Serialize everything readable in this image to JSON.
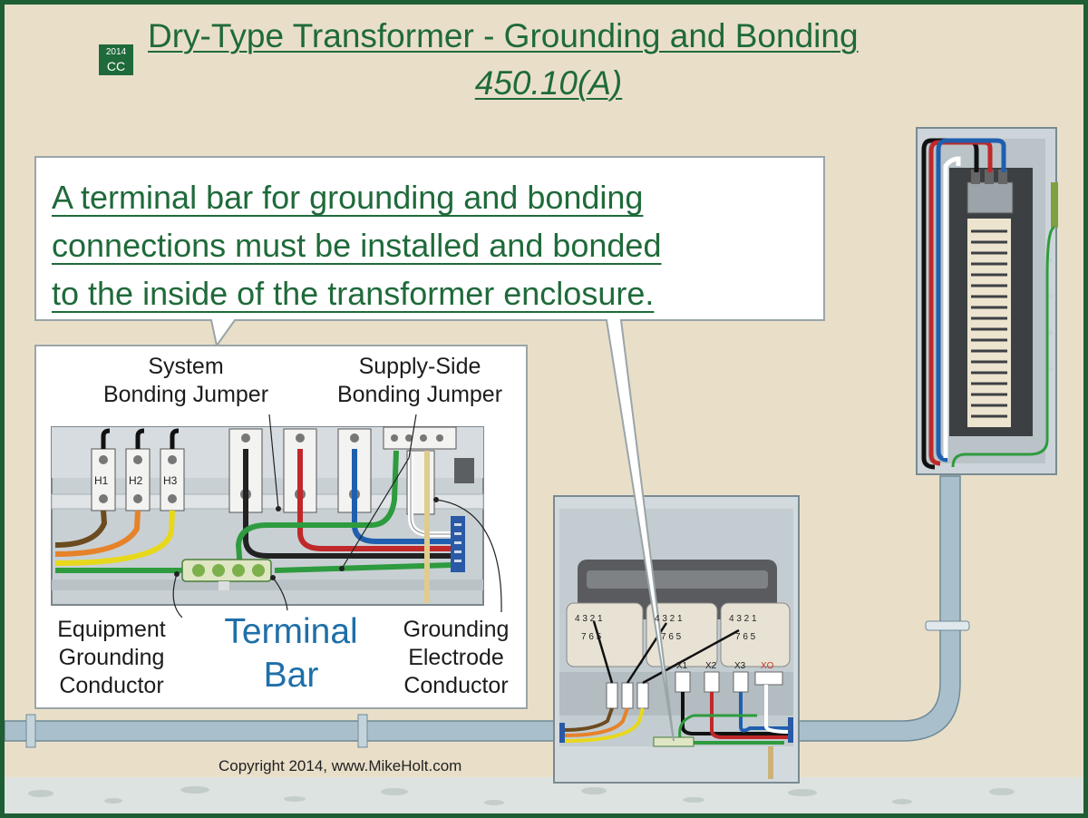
{
  "header": {
    "badge_year": "2014",
    "badge_code": "CC",
    "title": "Dry-Type Transformer - Grounding and Bonding",
    "subtitle": "450.10(A)"
  },
  "callout": {
    "lines": [
      "A terminal bar for grounding and bonding",
      "connections must be installed and bonded",
      "to the inside of the transformer enclosure."
    ]
  },
  "labels": {
    "system_bonding_jumper": [
      "System",
      "Bonding Jumper"
    ],
    "supply_side_bonding_jumper": [
      "Supply-Side",
      "Bonding Jumper"
    ],
    "equipment_grounding_conductor": [
      "Equipment",
      "Grounding",
      "Conductor"
    ],
    "terminal_bar": [
      "Terminal",
      "Bar"
    ],
    "grounding_electrode_conductor": [
      "Grounding",
      "Electrode",
      "Conductor"
    ]
  },
  "terminals": {
    "primary": [
      "H1",
      "H2",
      "H3"
    ],
    "secondary": [
      "X1",
      "X2",
      "X3",
      "XO"
    ],
    "tap_top": "4 3 2 1",
    "tap_bottom": "7 6 5"
  },
  "copyright": "Copyright 2014, www.MikeHolt.com",
  "colors": {
    "frame": "#1e5e34",
    "background": "#e9dfc9",
    "accent_green": "#1f6a3a",
    "terminal_bar_label": "#1f6fa8",
    "conduit": "#a9c0cc"
  }
}
